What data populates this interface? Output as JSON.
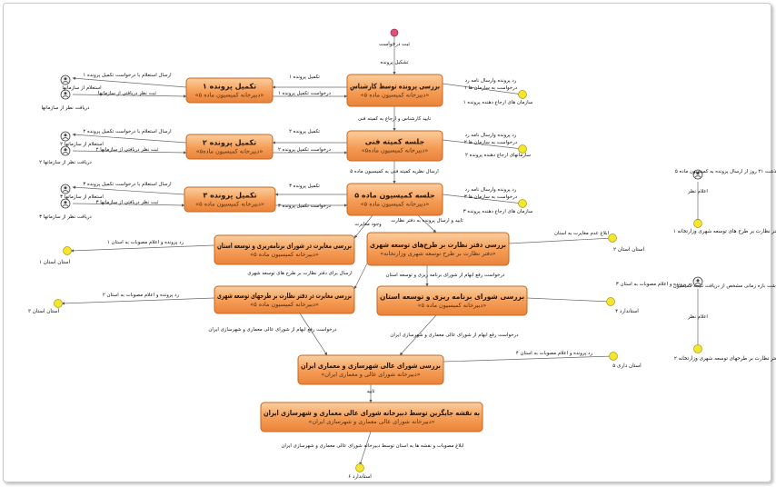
{
  "diagram": {
    "start_label": "ثبت درخواست",
    "first_edge_label": "تشکیل پرونده",
    "process_boxes": [
      {
        "title": "تکمیل پرونده ۱",
        "subtitle": "«دبیرخانه کمیسیون ماده ۵»"
      },
      {
        "title": "بررسی پرونده توسط کارشناس",
        "subtitle": "«دبیرخانه کمیسیون ماده ۵»"
      },
      {
        "title": "تکمیل پرونده ۲",
        "subtitle": "«دبیرخانه کمیسیون ماده۵»"
      },
      {
        "title": "جلسه کمیته فنی",
        "subtitle": "«دبیرخانه کمیسیون ماده۵»"
      },
      {
        "title": "تکمیل پرونده ۳",
        "subtitle": "«دبیرخانه کمیسیون ماده ۵»"
      },
      {
        "title": "جلسه کمیسیون ماده ۵",
        "subtitle": "«دبیرخانه کمیسیون ماده ۵»"
      },
      {
        "title": "بررسی مغایرت در شورای برنامه‌ریزی و توسعه استان",
        "subtitle": "«دبیرخانه کمیسیون ماده ۵»"
      },
      {
        "title": "بررسی دفتر نظارت بر طرح‌های توسعه شهری",
        "subtitle": "«دفتر نظارت بر طرح توسعه شهری وزارتخانه»"
      },
      {
        "title": "بررسی مغایرت در دفتر نظارت بر طرحهای توسعه شهری",
        "subtitle": "«دبیرخانه کمیسیون ماده ۵»"
      },
      {
        "title": "بررسی شورای برنامه ریزی و توسعه استان",
        "subtitle": "«دبیرخانه کمیسیون ماده ۵»"
      },
      {
        "title": "بررسی شورای عالی شهرسازی و معماری ایران",
        "subtitle": "«دبیرخانه شورای عالی و معماری ایران»"
      },
      {
        "title": "به نقشه جایگزین توسط دبیرخانه شورای عالی معماری و شهرسازی ایران",
        "subtitle": "«دبیرخانه شورای عالی معماری و شهرسازی ایران»"
      }
    ],
    "edge_labels": [
      "ارسال استعلام با درخواست تکمیل پرونده ۱",
      "استعلام از سازمانها",
      "ثبت نظر دریافتی از سازمانها",
      "دریافت نظر از سازمانها",
      "تکمیل پرونده ۱",
      "درخواست تکمیل پرونده ۱",
      "رد پرونده وارسال نامه رد",
      "درخواست به سازمان ها ۱",
      "سازمان های ارجاع دهنده پرونده ۱",
      "تایید کارشناس و ارجاع به کمیته فنی",
      "ارسال استعلام با درخواست تکمیل پرونده ۲",
      "استعلام از سازمانها ۲",
      "ثبت نظر دریافتی از سازمانها ۲",
      "دریافت نظر از سازمانها ۲",
      "تکمیل پرونده ۲",
      "درخواست تکمیل پرونده ۲",
      "رد پرونده وارسال نامه رد",
      "درخواست به سازمان ها ۲",
      "سازمانهای ارجاع دهنده پرونده ۲",
      "ارسال نظریه کمیته فنی به کمیسیون ماده ۵",
      "ارسال استعلام با درخواست تکمیل پرونده ۳",
      "استعلام از سازمانها ۳",
      "ثبت نظر دریافتی از سازمانها ۳",
      "دریافت نظر از سازمانها ۳",
      "تکمیل پرونده ۳",
      "درخواست تکمیل پرونده ۳",
      "رد پرونده وارسال نامه رد",
      "درخواست به سازمان ها ۳",
      "سازمان های ارجاع دهنده پرونده ۳",
      "وجود مغایرت",
      "تایید و ارسال پرونده به دفتر نظارت",
      "رد پرونده و اعلام مصوبات به استان ۱",
      "ابلاغ عدم مغایرت به استان",
      "ارسال برای دفتر نظارت بر طرح های توسعه شهری",
      "درخواست رفع ابهام از شورای برنامه ریزی و توسعه استان",
      "رد پرونده و اعلام مصوبات به استان ۲",
      "رد پرونده و اعلام مصوبات به استان ۳",
      "درخواست رفع ابهام از شورای عالی معماری و شهرسازی ایران",
      "درخواست رفع ابهام از شورای عالی معماری و شهرسازی ایران",
      "رد پرونده و اعلام مصوبات به استان ۴",
      "تایید",
      "ابلاغ مصوبات و نقشه ها به استان توسط دبیرخانه شورای عالی معماری و شهرسازی ایران",
      "گذشت ۲۱ روز از ارسال پرونده به کمیسیون ماده ۵",
      "اعلام نظر",
      "گذشت بازه زمانی مشخص از دریافت نتیجه کمیسیون",
      "اعلام نظر"
    ],
    "node_labels": [
      "استان استان ۱",
      "استان استان ۲",
      "استان استان ۳",
      "استاندارد ۴",
      "استان داری ۵",
      "استاندارد ۶",
      "دفتر نظارت بر طرح های توسعه شهری وزارتخانه ۱",
      "دفتر نظارت بر طرحهای توسعه شهری وزارتخانه ۲"
    ]
  }
}
